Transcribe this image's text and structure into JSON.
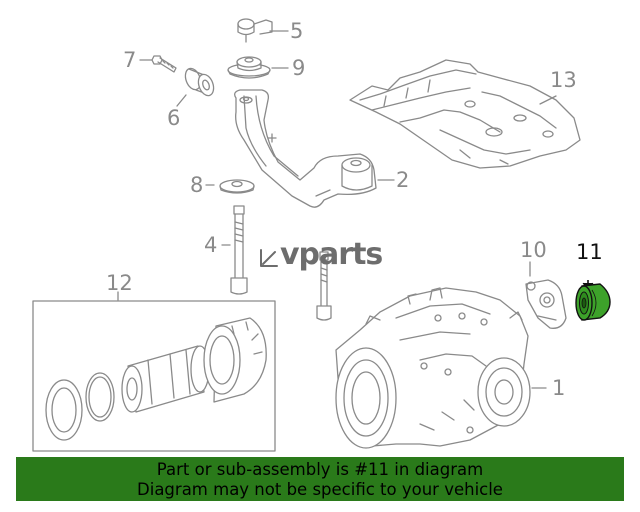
{
  "callouts": {
    "c1": "1",
    "c2": "2",
    "c4": "4",
    "c5": "5",
    "c6": "6",
    "c7": "7",
    "c8": "8",
    "c9": "9",
    "c10": "10",
    "c11": "11",
    "c12": "12",
    "c13": "13"
  },
  "highlight_callout": "11",
  "watermark": "vparts",
  "banner": {
    "line1": "Part or sub-assembly is #11 in diagram",
    "line2": "Diagram may not be specific to your vehicle"
  },
  "colors": {
    "banner_bg": "#2a7a1a",
    "highlight_part": "#3da22a",
    "line_art": "#8a8a8a"
  }
}
